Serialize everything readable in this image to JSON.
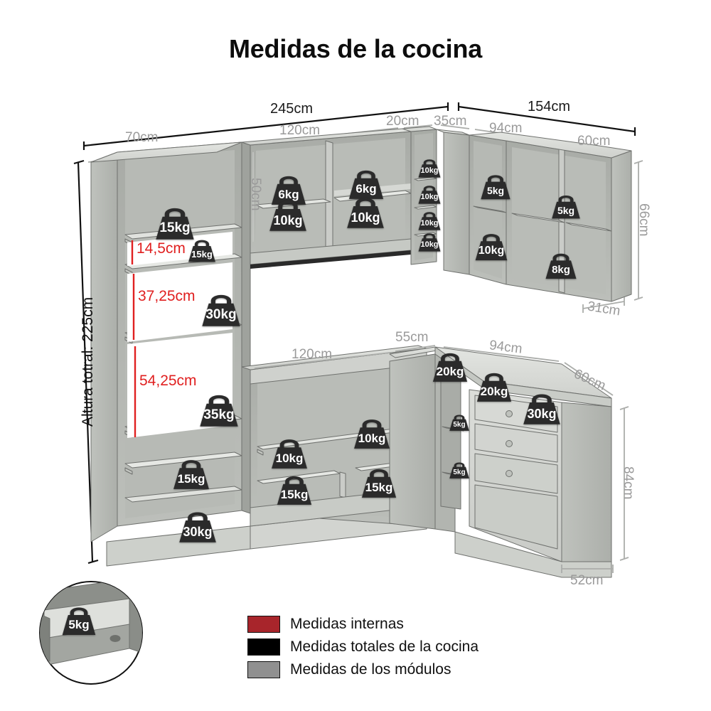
{
  "title": "Medidas de la cocina",
  "colors": {
    "internal": "#A8252B",
    "total": "#000000",
    "modules": "#909090",
    "cabinet_light": "#D4D6D2",
    "cabinet_mid": "#C2C5C0",
    "cabinet_dark": "#A9ACA7",
    "badge": "#2B2B2B"
  },
  "dimensions": {
    "height_total": "Altura totral: 225cm",
    "upper_left_total": "245cm",
    "upper_right_total": "154cm",
    "upper_left_modules": [
      "70cm",
      "120cm",
      "20cm"
    ],
    "upper_right_modules": [
      "35cm",
      "94cm",
      "60cm"
    ],
    "upper_inner_height": "50cm",
    "upper_right_height": "66cm",
    "upper_right_depth": "31cm",
    "lower_modules": [
      "120cm",
      "55cm",
      "94cm",
      "60cm"
    ],
    "lower_height": "84cm",
    "lower_depth": "52cm",
    "internal_left": [
      "14,5cm",
      "37,25cm",
      "54,25cm"
    ]
  },
  "weights": {
    "upper_left_tall": [
      "15kg",
      "15kg",
      "30kg",
      "35kg",
      "15kg",
      "30kg"
    ],
    "upper_center": [
      "6kg",
      "6kg",
      "10kg",
      "10kg"
    ],
    "upper_narrow_column": [
      "10kg",
      "10kg",
      "10kg",
      "10kg"
    ],
    "upper_right": [
      "5kg",
      "5kg",
      "10kg",
      "8kg"
    ],
    "lower_center": [
      "10kg",
      "10kg",
      "15kg",
      "15kg"
    ],
    "lower_counter": [
      "20kg",
      "20kg",
      "30kg"
    ],
    "lower_right_small": [
      "5kg",
      "5kg"
    ],
    "drawer_detail": "5kg"
  },
  "legend": [
    {
      "color": "#A8252B",
      "label": "Medidas internas"
    },
    {
      "color": "#000000",
      "label": "Medidas totales de la cocina"
    },
    {
      "color": "#909090",
      "label": "Medidas de los módulos"
    }
  ]
}
